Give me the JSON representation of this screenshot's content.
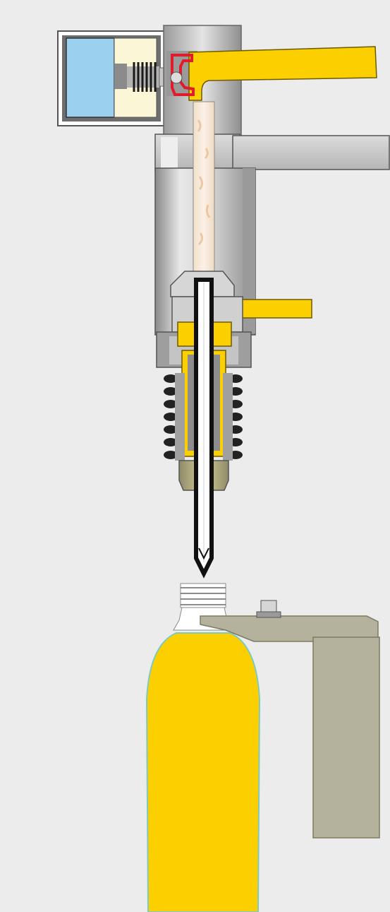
{
  "diagram": {
    "type": "filling-valve-cross-section",
    "components": [
      "actuator-housing",
      "valve-coil",
      "return-spring",
      "valve-seal",
      "product-inlet-pipe",
      "valve-body",
      "support-bracket",
      "product-tube",
      "gas-return-pipe",
      "filling-tube",
      "centering-bellows",
      "bottle-neck-support",
      "bottle"
    ]
  },
  "colors": {
    "background": "#ececec",
    "product": "#fccf00",
    "housing_light": "#d8d8d8",
    "housing_mid": "#a9a9a9",
    "housing_dark": "#7c7c7c",
    "coil": "#9cd0ef",
    "spring_bg": "#faf6d6",
    "seal": "#e01c2c",
    "product_tube": "#f6e6d6",
    "tube_outline": "#111111",
    "bellows": "#222222",
    "bracket": "#b4b19c",
    "bracket_dark": "#96927b",
    "bottle_outline": "#7fc9c3",
    "nut": "#c8bb70"
  }
}
